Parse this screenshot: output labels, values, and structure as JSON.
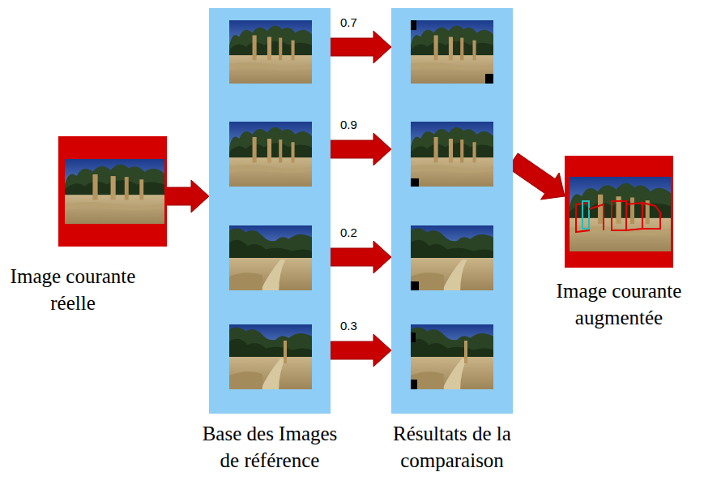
{
  "diagram": {
    "nodes": [
      {
        "text": [
          "Image courante réelle"
        ]
      },
      {
        "text": [
          "Base des Images de référence"
        ]
      },
      {
        "text": [
          "Résultats de la comparaison"
        ]
      },
      {
        "text": [
          "Image courante augmentée"
        ]
      }
    ],
    "edges": [
      {
        "from": 0,
        "to": 1,
        "arrow": "to"
      },
      {
        "from": 1,
        "to": 2,
        "label": "0.7",
        "arrow": "to"
      },
      {
        "from": 1,
        "to": 2,
        "label": "0.9",
        "arrow": "to"
      },
      {
        "from": 1,
        "to": 2,
        "label": "0.2",
        "arrow": "to"
      },
      {
        "from": 1,
        "to": 2,
        "label": "0.3",
        "arrow": "to"
      },
      {
        "from": 2,
        "to": 3,
        "arrow": "to"
      }
    ]
  }
}
